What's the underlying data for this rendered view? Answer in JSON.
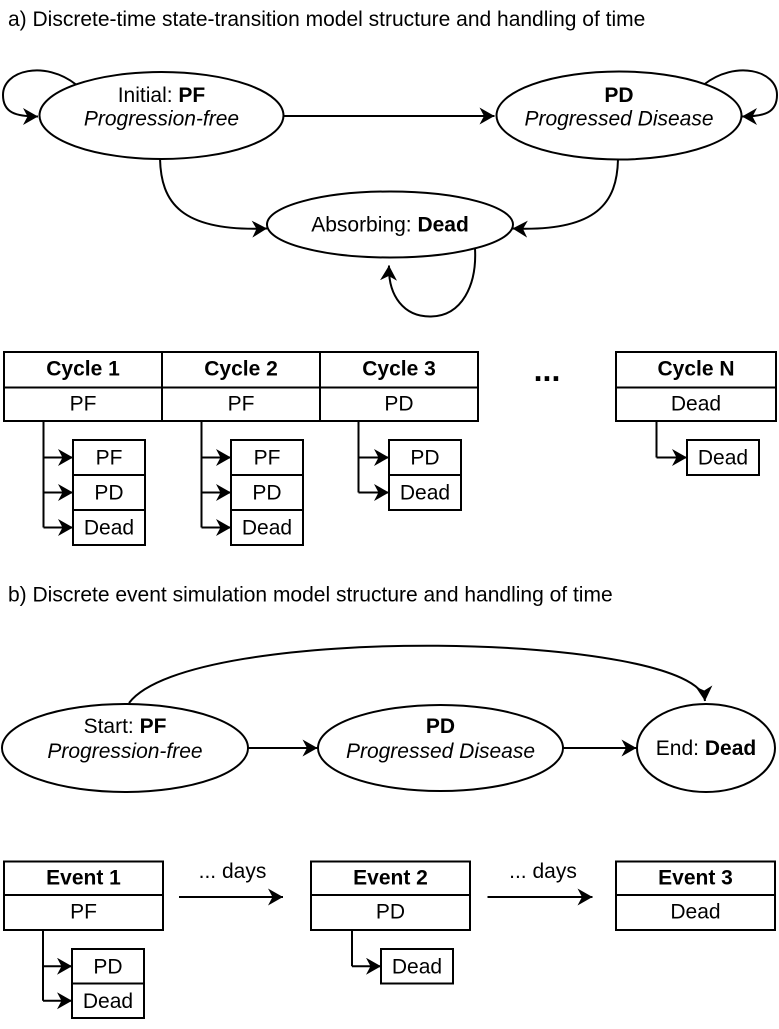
{
  "colors": {
    "background": "#ffffff",
    "stroke": "#000000",
    "text": "#000000"
  },
  "panel_a": {
    "title": "a) Discrete-time state-transition model structure and handling of time",
    "states": {
      "pf": {
        "prefix": "Initial: ",
        "name": "PF",
        "subtitle": "Progression-free"
      },
      "pd": {
        "prefix": "",
        "name": "PD",
        "subtitle": "Progressed Disease"
      },
      "dead": {
        "prefix": "Absorbing: ",
        "name": "Dead"
      }
    },
    "edges": [
      {
        "from": "PF",
        "to": "PF"
      },
      {
        "from": "PF",
        "to": "PD"
      },
      {
        "from": "PD",
        "to": "PD"
      },
      {
        "from": "PF",
        "to": "Dead"
      },
      {
        "from": "PD",
        "to": "Dead"
      },
      {
        "from": "Dead",
        "to": "Dead"
      }
    ],
    "ellipsis": "...",
    "cycles": [
      {
        "header": "Cycle 1",
        "state": "PF",
        "transitions": [
          "PF",
          "PD",
          "Dead"
        ]
      },
      {
        "header": "Cycle 2",
        "state": "PF",
        "transitions": [
          "PF",
          "PD",
          "Dead"
        ]
      },
      {
        "header": "Cycle 3",
        "state": "PD",
        "transitions": [
          "PD",
          "Dead"
        ]
      },
      {
        "header": "Cycle N",
        "state": "Dead",
        "transitions": [
          "Dead"
        ]
      }
    ]
  },
  "panel_b": {
    "title": "b) Discrete event simulation model structure and handling of time",
    "states": {
      "pf": {
        "prefix": "Start: ",
        "name": "PF",
        "subtitle": "Progression-free"
      },
      "pd": {
        "prefix": "",
        "name": "PD",
        "subtitle": "Progressed Disease"
      },
      "dead": {
        "prefix": "End: ",
        "name": "Dead"
      }
    },
    "edges": [
      {
        "from": "PF",
        "to": "PD"
      },
      {
        "from": "PD",
        "to": "Dead"
      },
      {
        "from": "PF",
        "to": "Dead"
      }
    ],
    "arrow_label": "... days",
    "events": [
      {
        "header": "Event 1",
        "state": "PF",
        "transitions": [
          "PD",
          "Dead"
        ]
      },
      {
        "header": "Event 2",
        "state": "PD",
        "transitions": [
          "Dead"
        ]
      },
      {
        "header": "Event 3",
        "state": "Dead",
        "transitions": []
      }
    ]
  }
}
